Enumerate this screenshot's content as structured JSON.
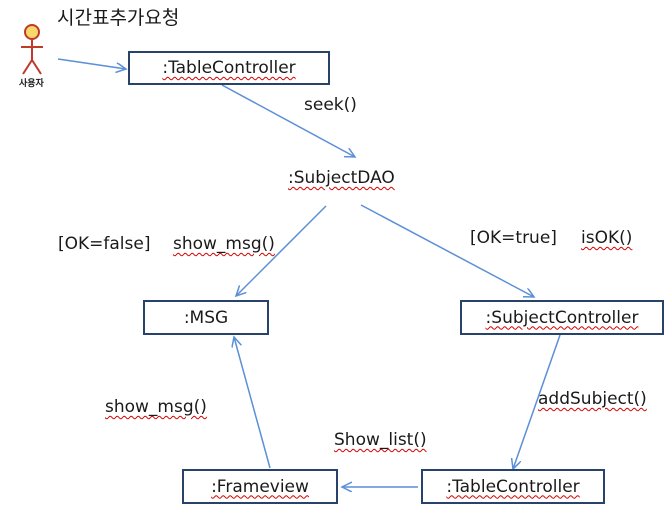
{
  "title": "시간표추가요청",
  "actor": {
    "name": "사용자",
    "icon": "stick-figure-icon"
  },
  "objects": {
    "table_controller_top": ":TableController",
    "subject_dao": ":SubjectDAO",
    "msg": ":MSG",
    "subject_controller": ":SubjectController",
    "frameview": ":Frameview",
    "table_controller_bottom": ":TableController"
  },
  "messages": {
    "seek": "seek()",
    "ok_false_guard": "[OK=false]",
    "show_msg_1": "show_msg()",
    "ok_true_guard": "[OK=true]",
    "is_ok": "isOK()",
    "add_subject": "addSubject()",
    "show_list": "Show_list()",
    "show_msg_2": "show_msg()"
  },
  "colors": {
    "box_border": "#27426b",
    "arrow": "#5b8fd6",
    "actor_stroke": "#c0392b",
    "actor_head_fill": "#f7d86a",
    "spellcheck_underline": "#d40000"
  }
}
